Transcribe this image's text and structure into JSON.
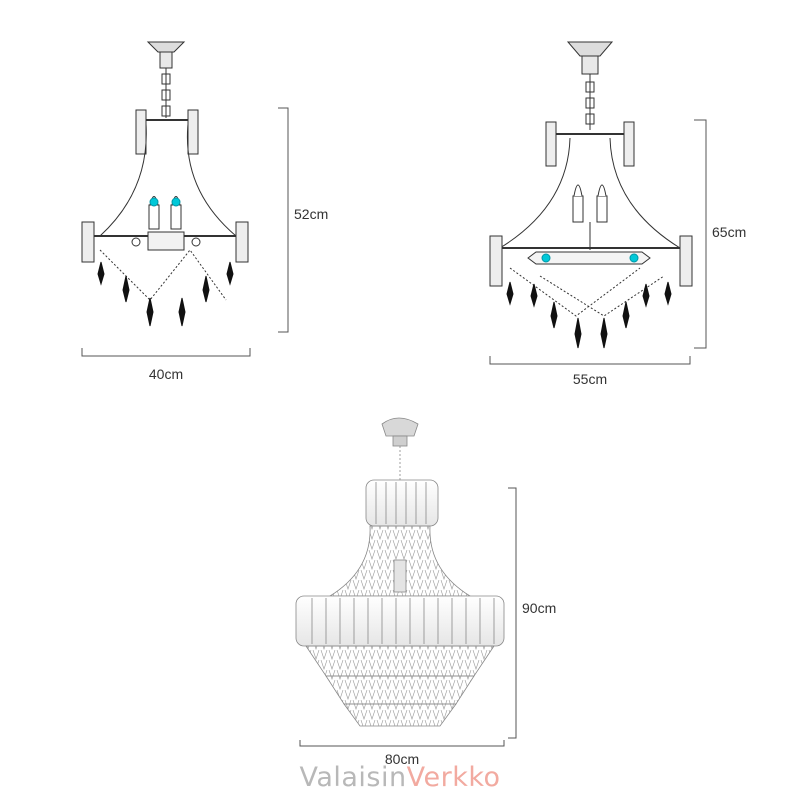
{
  "diagram": {
    "small": {
      "width_label": "40cm",
      "height_label": "52cm"
    },
    "medium": {
      "width_label": "55cm",
      "height_label": "65cm"
    },
    "large": {
      "width_label": "80cm",
      "height_label": "90cm"
    }
  },
  "brand": {
    "part1": "Valaisin",
    "part2": "Verkko"
  },
  "colors": {
    "line": "#333333",
    "dim_line": "#555555",
    "bulb": "#00c8d8",
    "brand_gray": "#b8b8b8",
    "brand_pink": "#f2aaa0"
  }
}
